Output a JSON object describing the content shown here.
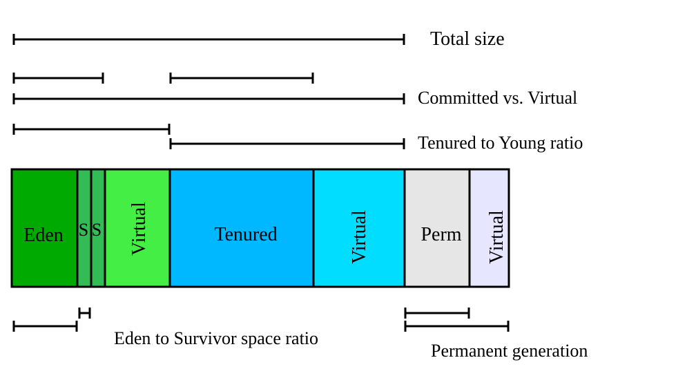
{
  "labels": {
    "total_size": "Total size",
    "committed_vs_virtual": "Committed vs. Virtual",
    "tenured_to_young": "Tenured to Young ratio",
    "eden_to_survivor": "Eden to Survivor space ratio",
    "permanent_generation": "Permanent generation"
  },
  "segments": [
    {
      "id": "eden",
      "label": "Eden",
      "color": "#00aa00"
    },
    {
      "id": "survivor-1",
      "label": "S",
      "color": "#33bb55"
    },
    {
      "id": "survivor-2",
      "label": "S",
      "color": "#33bb55"
    },
    {
      "id": "young-virtual",
      "label": "Virtual",
      "color": "#44ee44"
    },
    {
      "id": "tenured",
      "label": "Tenured",
      "color": "#00b8ff"
    },
    {
      "id": "tenured-virtual",
      "label": "Virtual",
      "color": "#00ddff"
    },
    {
      "id": "perm",
      "label": "Perm",
      "color": "#e6e6e6"
    },
    {
      "id": "perm-virtual",
      "label": "Virtual",
      "color": "#e6e6ff"
    }
  ]
}
